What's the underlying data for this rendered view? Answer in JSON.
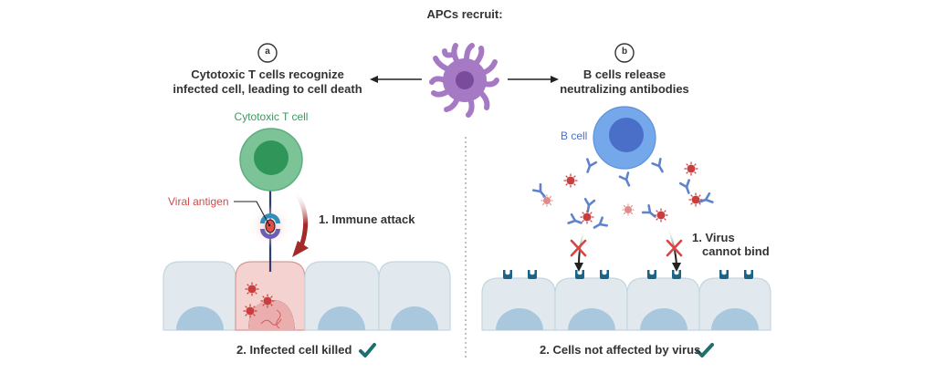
{
  "header": {
    "title": "APCs recruit:"
  },
  "panel_a": {
    "badge": "a",
    "heading_line1": "Cytotoxic T cells recognize",
    "heading_line2": "infected cell, leading to cell death",
    "t_cell_label": "Cytotoxic T cell",
    "antigen_label": "Viral antigen",
    "step1": "1. Immune attack",
    "step2": "2. Infected cell killed",
    "check_icon": "checkmark"
  },
  "panel_b": {
    "badge": "b",
    "heading_line1": "B cells release",
    "heading_line2": "neutralizing antibodies",
    "b_cell_label": "B cell",
    "step1_line1": "1. Virus",
    "step1_line2": "cannot bind",
    "step2": "2. Cells not affected by virus",
    "check_icon": "checkmark"
  },
  "colors": {
    "text": "#333333",
    "t_cell_green": "#7cc497",
    "t_cell_nucleus": "#2f9558",
    "t_cell_label": "#3a9a5c",
    "antigen_red": "#e14b4b",
    "b_cell_blue": "#74a8ea",
    "b_cell_nucleus": "#4a6fc9",
    "b_cell_label": "#4a6fc9",
    "apc_purple": "#a679c4",
    "apc_nucleus": "#7a4a9c",
    "epithelial": "#e1e9ee",
    "nucleus": "#a9c7dd",
    "infected": "#f4d2d0",
    "virus": "#c83d3d",
    "receptor": "#1b6388",
    "check": "#1f6f70",
    "attack_arrow": "#a42a2a"
  }
}
